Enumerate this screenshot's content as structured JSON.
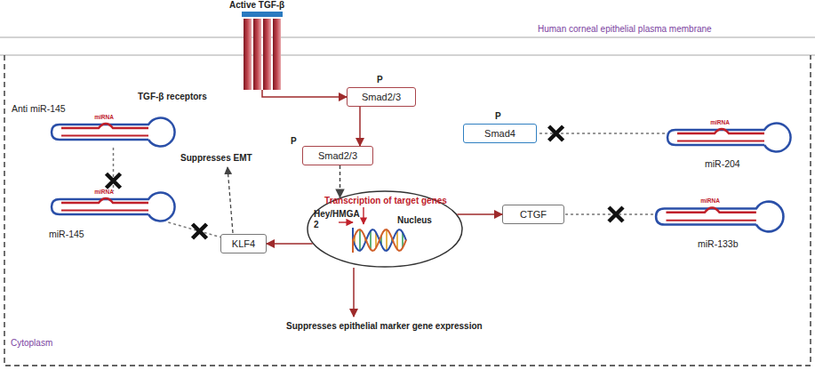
{
  "diagram": {
    "nodes": [
      {
        "text": [
          "TGF-β receptors"
        ]
      },
      {
        "text": [
          "Smad2/3"
        ]
      },
      {
        "text": [
          "Smad4"
        ]
      },
      {
        "text": [
          "miR-204",
          "miRNA"
        ]
      },
      {
        "text": [
          "Anti miR-145",
          "miRNA"
        ]
      },
      {
        "text": [
          "Smad2/3"
        ]
      },
      {
        "text": [
          "miR-145",
          "miRNA"
        ]
      },
      {
        "text": [
          "KLF4"
        ]
      },
      {
        "text": [
          "Transcription of target genes",
          "Hey/HMGA 2",
          "Nucleus"
        ]
      },
      {
        "text": [
          "CTGF"
        ]
      },
      {
        "text": [
          "miR-133b",
          "miRNA"
        ]
      }
    ],
    "edges": [
      {
        "from": 0,
        "to": 1,
        "arrow": "to"
      },
      {
        "from": 1,
        "to": 5,
        "arrow": "to"
      },
      {
        "from": 5,
        "to": 8,
        "arrow": "to"
      },
      {
        "from": 8,
        "to": 9,
        "arrow": "to"
      },
      {
        "from": 8,
        "to": 7,
        "arrow": "to"
      },
      {
        "from": 3,
        "to": 2,
        "arrow": "none"
      },
      {
        "from": 10,
        "to": 9,
        "arrow": "none"
      },
      {
        "from": 4,
        "to": 6,
        "arrow": "none"
      },
      {
        "from": 6,
        "to": 7,
        "arrow": "none"
      }
    ],
    "labels": [
      "Active TGF-β",
      "Human corneal epithelial plasma membrane",
      "P",
      "P",
      "P",
      "Suppresses EMT",
      "Suppresses epithelial marker gene expression",
      "Cytoplasm"
    ]
  }
}
